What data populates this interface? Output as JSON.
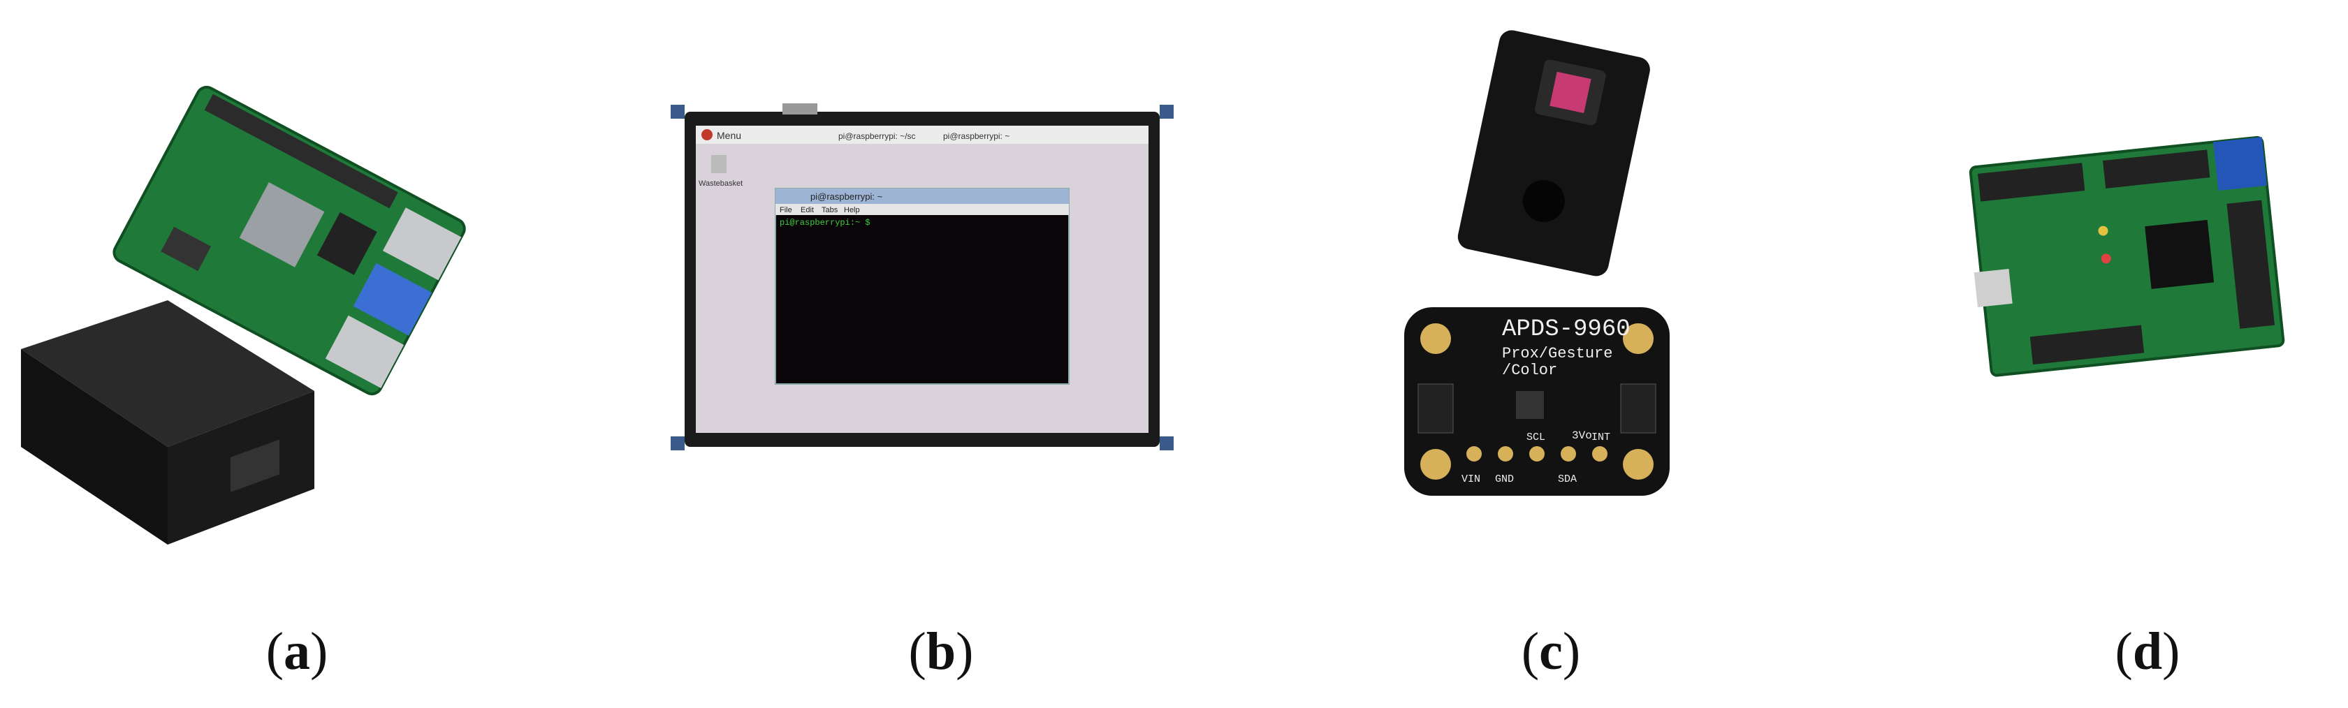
{
  "panels": [
    {
      "caption_open": "(",
      "caption_letter": "a",
      "caption_close": ")"
    },
    {
      "caption_open": "(",
      "caption_letter": "b",
      "caption_close": ")",
      "screen": {
        "menu_label": "Menu",
        "taskbar_item1": "pi@raspberrypi: ~/sc",
        "taskbar_item2": "pi@raspberrypi: ~",
        "desktop_icon_label": "Wastebasket",
        "window_title": "pi@raspberrypi: ~",
        "window_menu": [
          "File",
          "Edit",
          "Tabs",
          "Help"
        ],
        "prompt": "pi@raspberrypi:~ $"
      }
    },
    {
      "caption_open": "(",
      "caption_letter": "c",
      "caption_close": ")",
      "board": {
        "title": "APDS-9960",
        "line2": "Prox/Gesture",
        "line3": "/Color",
        "pins": [
          "VIN",
          "GND",
          "SCL",
          "SDA",
          "INT"
        ],
        "jumper": "3Vo"
      }
    },
    {
      "caption_open": "(",
      "caption_letter": "d",
      "caption_close": ")"
    }
  ],
  "colors": {
    "pcb_green": "#1f7a3a",
    "case_black": "#1a1a1a",
    "screen_bezel": "#1b1b1b",
    "desktop_bg": "#d9d2db",
    "terminal_bg": "#0a0508",
    "servo_blue": "#2456b8"
  }
}
